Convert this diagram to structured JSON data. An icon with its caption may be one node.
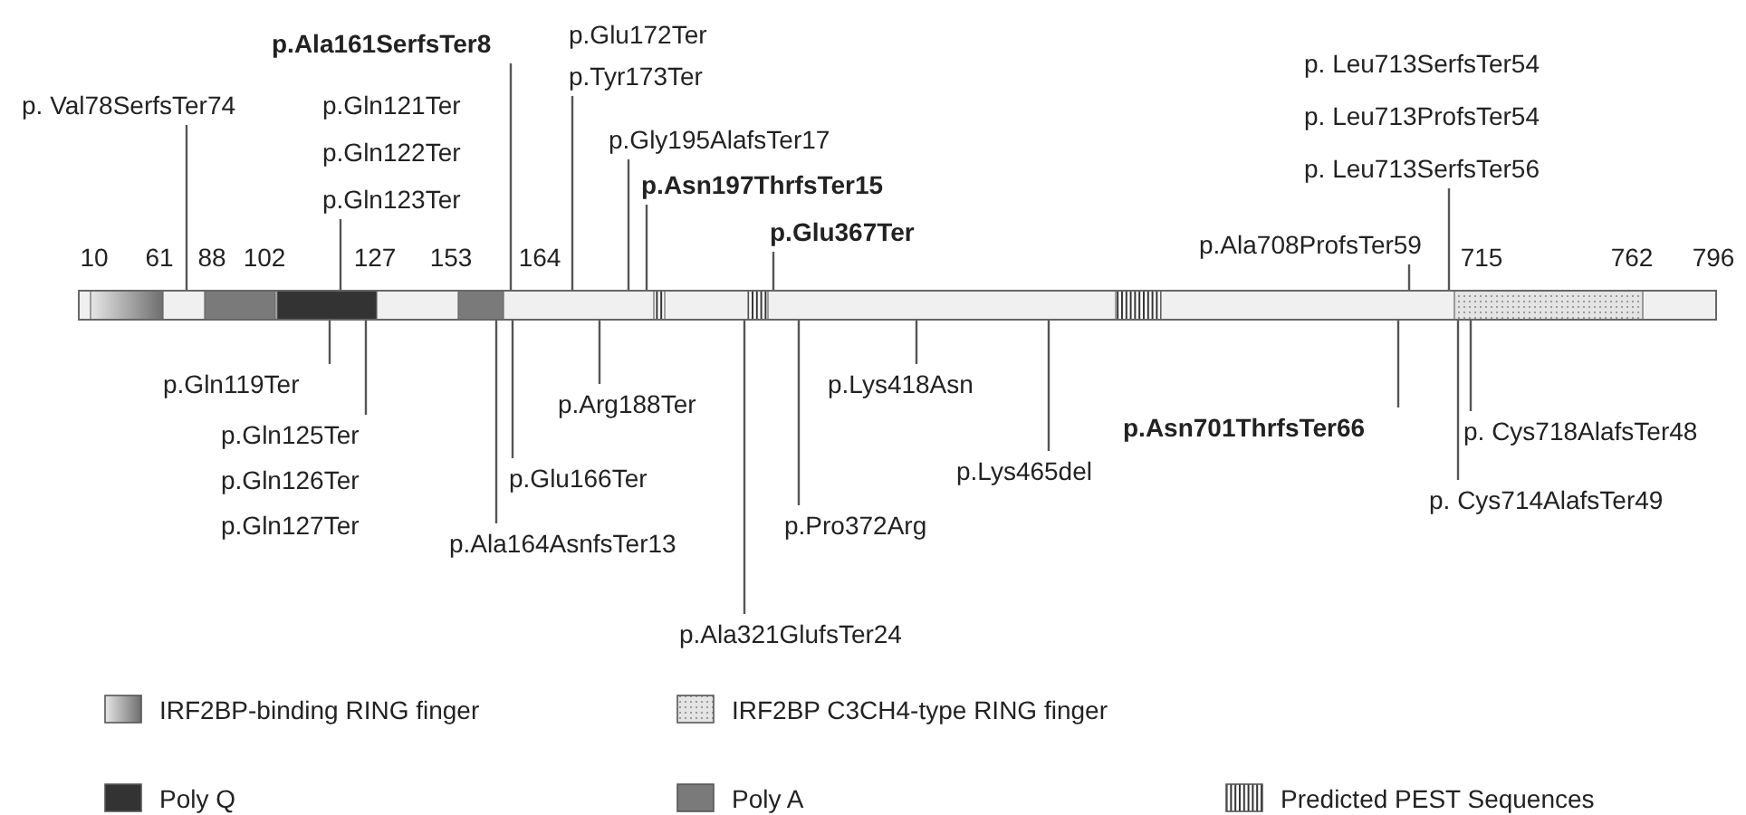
{
  "diagram": {
    "nodes": [
      {
        "text": [],
        "shape": "bar"
      },
      {
        "text": [
          "p. Val78SerfsTer74"
        ]
      },
      {
        "text": [
          "p.Gln121Ter",
          "p.Gln122Ter",
          "p.Gln123Ter"
        ]
      },
      {
        "text": [
          "**p.Ala161SerfsTer8**"
        ]
      },
      {
        "text": [
          "p.Glu172Ter",
          "p.Tyr173Ter"
        ]
      },
      {
        "text": [
          "p.Gly195AlafsTer17"
        ]
      },
      {
        "text": [
          "**p.Asn197ThrfsTer15**"
        ]
      },
      {
        "text": [
          "**p.Glu367Ter**"
        ]
      },
      {
        "text": [
          "p.Ala708ProfsTer59"
        ]
      },
      {
        "text": [
          "p. Leu713SerfsTer54",
          "p. Leu713ProfsTer54",
          "p. Leu713SerfsTer56"
        ]
      },
      {
        "text": [
          "p.Gln119Ter"
        ]
      },
      {
        "text": [
          "p.Gln125Ter",
          "p.Gln126Ter",
          "p.Gln127Ter"
        ]
      },
      {
        "text": [
          "p.Ala164AsnfsTer13"
        ]
      },
      {
        "text": [
          "p.Glu166Ter"
        ]
      },
      {
        "text": [
          "p.Arg188Ter"
        ]
      },
      {
        "text": [
          "p.Ala321GlufsTer24"
        ]
      },
      {
        "text": [
          "p.Pro372Arg"
        ]
      },
      {
        "text": [
          "p.Lys418Asn"
        ]
      },
      {
        "text": [
          "p.Lys465del"
        ]
      },
      {
        "text": [
          "**p.Asn701ThrfsTer66**"
        ]
      },
      {
        "text": [
          "p. Cys714AlafsTer49"
        ]
      },
      {
        "text": [
          "p. Cys718AlafsTer48"
        ]
      }
    ],
    "edges": [
      {
        "from": 1,
        "to": 0,
        "arrow": "none"
      },
      {
        "from": 2,
        "to": 0,
        "arrow": "none"
      },
      {
        "from": 3,
        "to": 0,
        "arrow": "none"
      },
      {
        "from": 4,
        "to": 0,
        "arrow": "none"
      },
      {
        "from": 5,
        "to": 0,
        "arrow": "none"
      },
      {
        "from": 6,
        "to": 0,
        "arrow": "none"
      },
      {
        "from": 7,
        "to": 0,
        "arrow": "none"
      },
      {
        "from": 8,
        "to": 0,
        "arrow": "none"
      },
      {
        "from": 9,
        "to": 0,
        "arrow": "none"
      },
      {
        "from": 10,
        "to": 0,
        "arrow": "none"
      },
      {
        "from": 11,
        "to": 0,
        "arrow": "none"
      },
      {
        "from": 12,
        "to": 0,
        "arrow": "none"
      },
      {
        "from": 13,
        "to": 0,
        "arrow": "none"
      },
      {
        "from": 14,
        "to": 0,
        "arrow": "none"
      },
      {
        "from": 15,
        "to": 0,
        "arrow": "none"
      },
      {
        "from": 16,
        "to": 0,
        "arrow": "none"
      },
      {
        "from": 17,
        "to": 0,
        "arrow": "none"
      },
      {
        "from": 18,
        "to": 0,
        "arrow": "none"
      },
      {
        "from": 19,
        "to": 0,
        "arrow": "none"
      },
      {
        "from": 20,
        "to": 0,
        "arrow": "none"
      },
      {
        "from": 21,
        "to": 0,
        "arrow": "none"
      }
    ],
    "labels": [
      "10",
      "61",
      "88",
      "102",
      "127",
      "153",
      "164",
      "715",
      "762",
      "796"
    ],
    "legend": [
      {
        "text": "IRF2BP-binding RING finger"
      },
      {
        "text": "IRF2BP C3CH4-type RING finger"
      },
      {
        "text": "Poly Q",
        "color": "#333333"
      },
      {
        "text": "Poly A",
        "color": "#7a7a7a"
      },
      {
        "text": "Predicted PEST Sequences"
      }
    ]
  }
}
